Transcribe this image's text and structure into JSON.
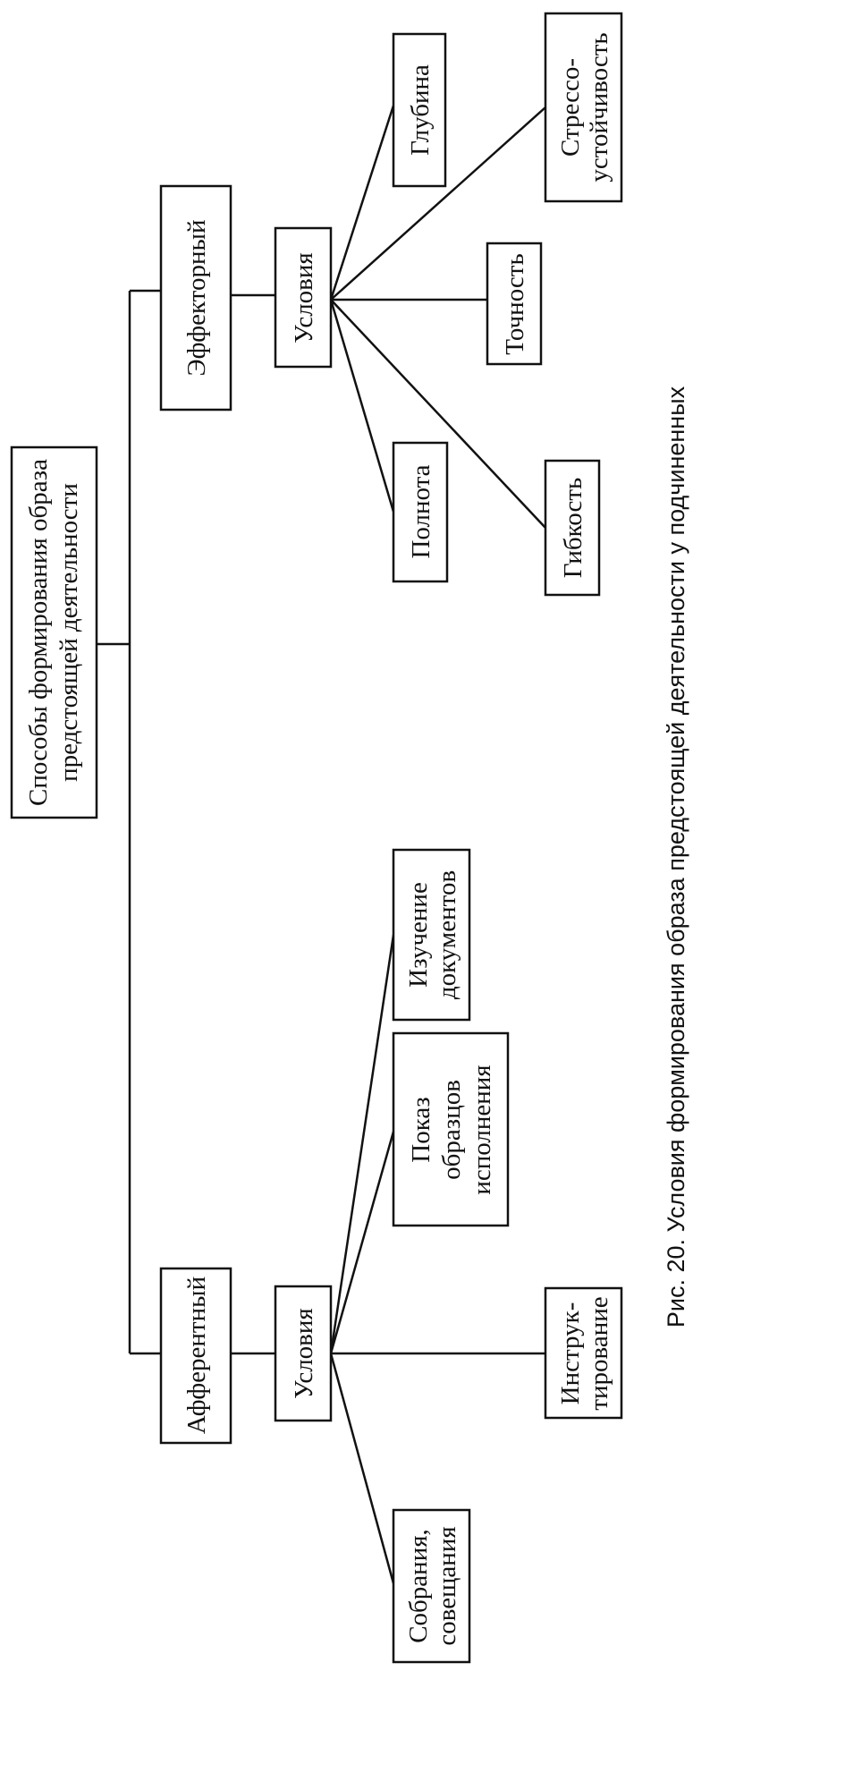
{
  "diagram": {
    "root": {
      "lines": [
        "Способы формирования образа",
        "предстоящей деятельности"
      ]
    },
    "afferent": {
      "label": "Афферентный",
      "conditions": "Условия",
      "children": [
        {
          "lines": [
            "Собрания,",
            "совещания"
          ]
        },
        {
          "lines": [
            "Инструк-",
            "тирование"
          ]
        },
        {
          "lines": [
            "Показ",
            "образцов",
            "исполнения"
          ]
        },
        {
          "lines": [
            "Изучение",
            "документов"
          ]
        }
      ]
    },
    "efferent": {
      "label": "Эффекторный",
      "conditions": "Условия",
      "children": [
        {
          "lines": [
            "Полнота"
          ]
        },
        {
          "lines": [
            "Гибкость"
          ]
        },
        {
          "lines": [
            "Точность"
          ]
        },
        {
          "lines": [
            "Стрессо-",
            "устойчивость"
          ]
        },
        {
          "lines": [
            "Глубина"
          ]
        }
      ]
    },
    "caption": "Рис. 20. Условия формирования образа предстоящей деятельности у подчиненных"
  }
}
